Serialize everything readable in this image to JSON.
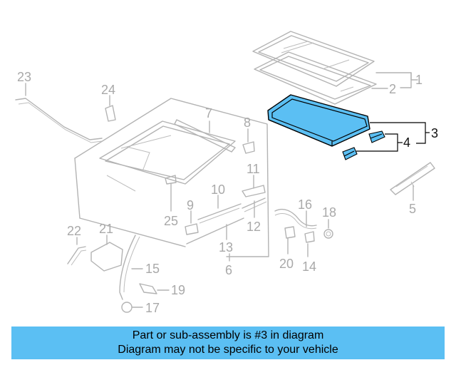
{
  "callouts": {
    "c1": "1",
    "c2": "2",
    "c3": "3",
    "c4": "4",
    "c5": "5",
    "c6": "6",
    "c7": "7",
    "c8": "8",
    "c9": "9",
    "c10": "10",
    "c11": "11",
    "c12": "12",
    "c13": "13",
    "c14": "14",
    "c15": "15",
    "c16": "16",
    "c17": "17",
    "c18": "18",
    "c19": "19",
    "c20": "20",
    "c21": "21",
    "c22": "22",
    "c23": "23",
    "c24": "24",
    "c25": "25"
  },
  "highlighted_part": "3",
  "colors": {
    "highlight_fill": "#5bbff3",
    "part_line": "#b3b3b3",
    "banner_bg": "#5bbff3"
  },
  "banner": {
    "line1": "Part or sub-assembly is #3 in diagram",
    "line2": "Diagram may not be specific to your vehicle"
  }
}
